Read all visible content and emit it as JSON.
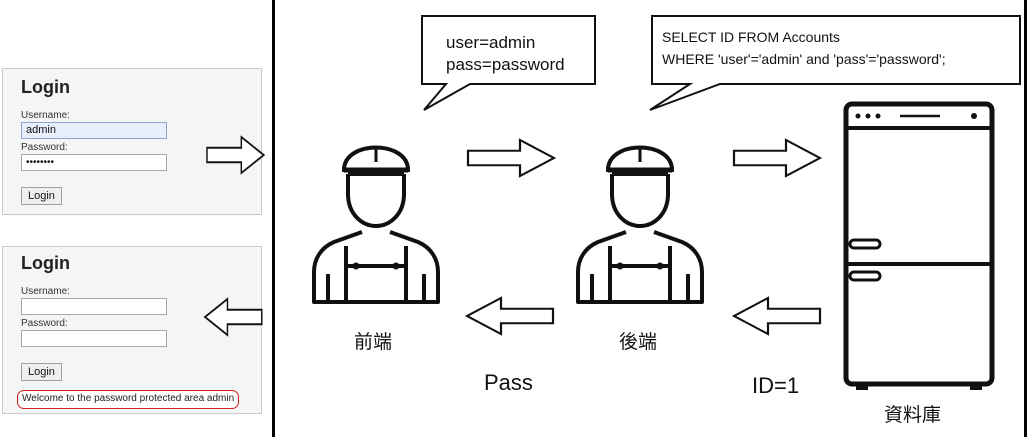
{
  "login_top": {
    "title": "Login",
    "username_label": "Username:",
    "username_value": "admin",
    "password_label": "Password:",
    "password_value": "••••••••",
    "button_label": "Login"
  },
  "login_bottom": {
    "title": "Login",
    "username_label": "Username:",
    "password_label": "Password:",
    "button_label": "Login",
    "message": "Welcome to the password protected area admin"
  },
  "bubble_left": {
    "line1": "user=admin",
    "line2": "pass=password"
  },
  "bubble_right": {
    "line1": "SELECT ID FROM Accounts",
    "line2": "WHERE 'user'='admin' and 'pass'='password';"
  },
  "nodes": {
    "frontend": "前端",
    "backend": "後端",
    "database": "資料庫"
  },
  "edges": {
    "pass": "Pass",
    "id_result": "ID=1"
  },
  "colors": {
    "highlight_border": "#d02020",
    "filled_input": "#e8eefc"
  }
}
